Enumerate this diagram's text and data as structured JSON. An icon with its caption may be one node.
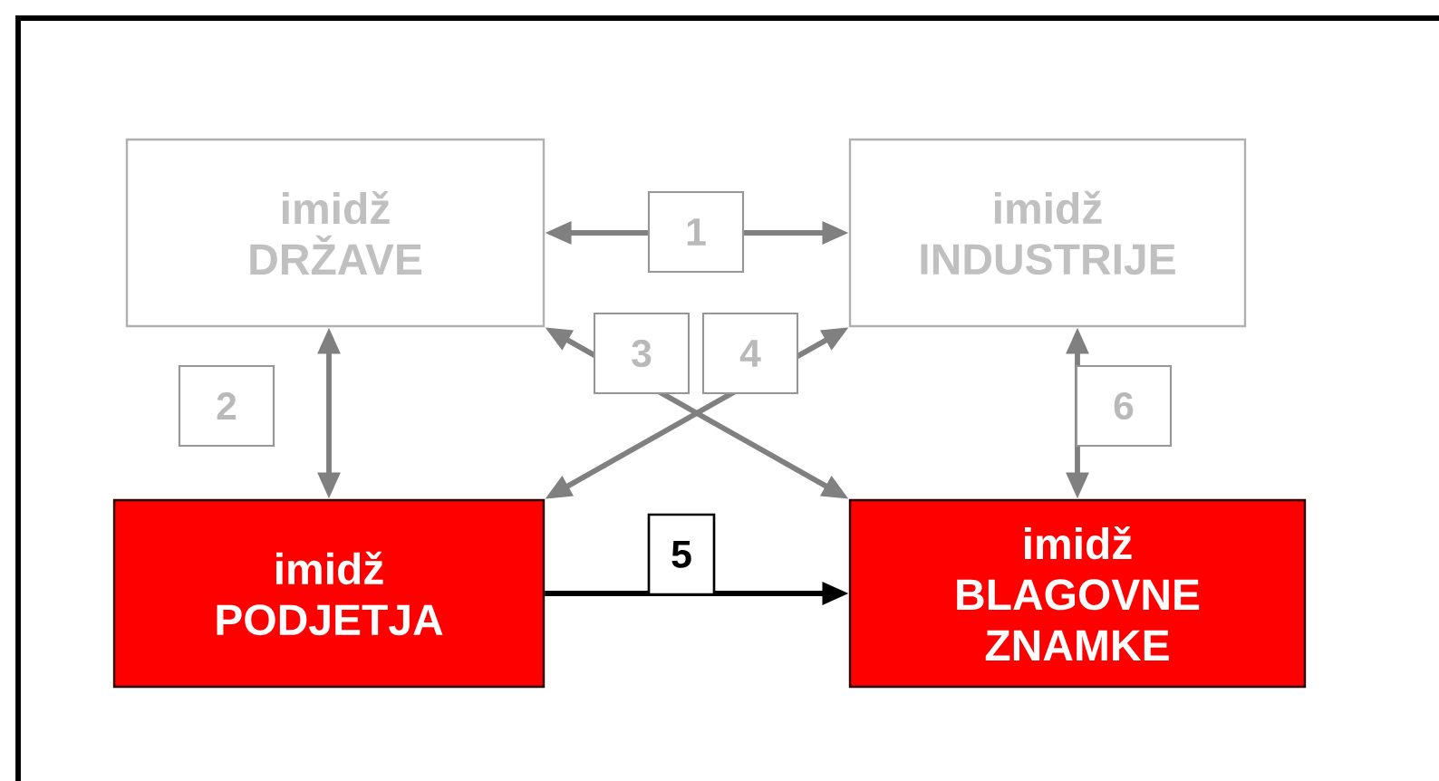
{
  "diagram": {
    "nodes": [
      {
        "text": [
          "imidž DRŽAVE"
        ]
      },
      {
        "text": [
          "imidž INDUSTRIJE"
        ]
      },
      {
        "text": [
          "imidž PODJETJA"
        ]
      },
      {
        "text": [
          "imidž BLAGOVNE ZNAMKE"
        ]
      }
    ],
    "edges": [
      {
        "from": 0,
        "to": 1,
        "arrow": "both",
        "label": "1"
      },
      {
        "from": 0,
        "to": 2,
        "arrow": "both",
        "label": "2"
      },
      {
        "from": 0,
        "to": 3,
        "arrow": "both",
        "label": "3"
      },
      {
        "from": 2,
        "to": 1,
        "arrow": "both",
        "label": "4"
      },
      {
        "from": 2,
        "to": 3,
        "arrow": "to",
        "label": "5",
        "color": "#000000"
      },
      {
        "from": 1,
        "to": 3,
        "arrow": "both",
        "label": "6"
      }
    ]
  }
}
